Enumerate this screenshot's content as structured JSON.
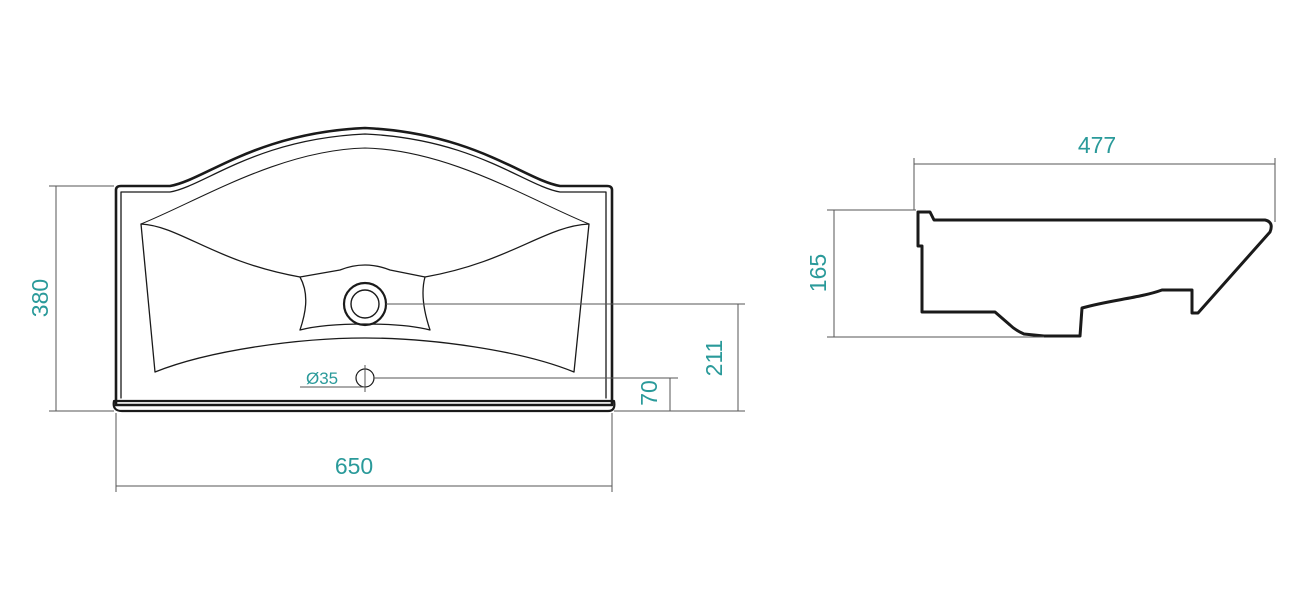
{
  "colors": {
    "outline": "#1a1a1a",
    "dimension_line": "#555555",
    "dimension_text": "#2a9a9a"
  },
  "top_view": {
    "width_label": "650",
    "depth_label": "380",
    "drain_offset_label": "211",
    "tap_offset_label": "70",
    "tap_hole_label": "Ø35"
  },
  "side_view": {
    "depth_label": "477",
    "height_label": "165"
  }
}
